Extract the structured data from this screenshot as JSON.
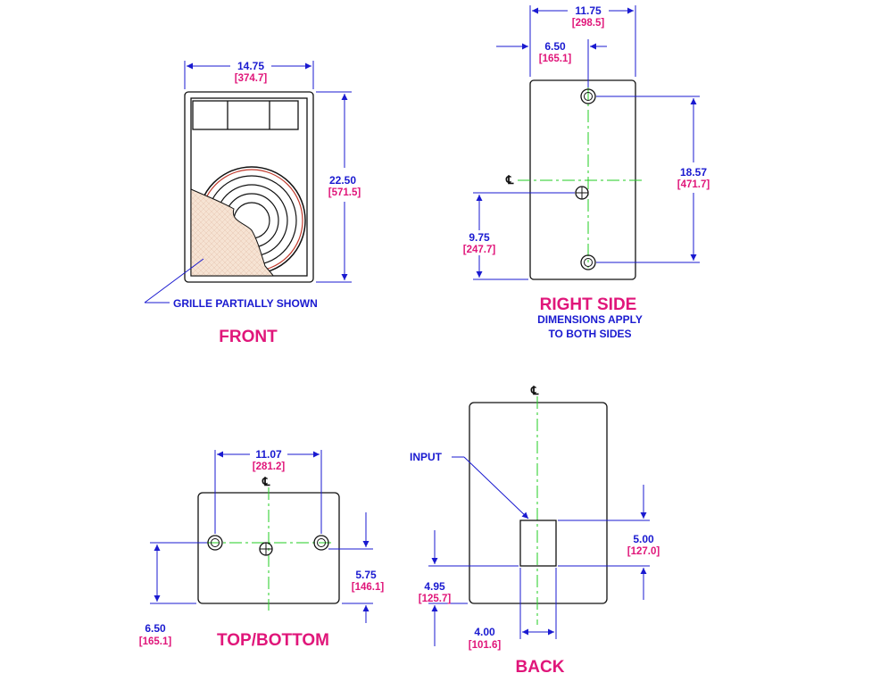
{
  "front": {
    "title": "FRONT",
    "width_in": "14.75",
    "width_mm": "[374.7]",
    "height_in": "22.50",
    "height_mm": "[571.5]",
    "grille_note": "GRILLE PARTIALLY SHOWN"
  },
  "right_side": {
    "title": "RIGHT SIDE",
    "note_line1": "DIMENSIONS APPLY",
    "note_line2": "TO BOTH SIDES",
    "depth_in": "11.75",
    "depth_mm": "[298.5]",
    "mount_offset_in": "6.50",
    "mount_offset_mm": "[165.1]",
    "hole_spacing_in": "18.57",
    "hole_spacing_mm": "[471.7]",
    "center_height_in": "9.75",
    "center_height_mm": "[247.7]",
    "centerline_label": "℄"
  },
  "top_bottom": {
    "title": "TOP/BOTTOM",
    "hole_spacing_in": "11.07",
    "hole_spacing_mm": "[281.2]",
    "hole_depth_in": "5.75",
    "hole_depth_mm": "[146.1]",
    "center_depth_in": "6.50",
    "center_depth_mm": "[165.1]",
    "centerline_label": "℄"
  },
  "back": {
    "title": "BACK",
    "input_label": "INPUT",
    "input_height_in": "5.00",
    "input_height_mm": "[127.0]",
    "input_bottom_in": "4.95",
    "input_bottom_mm": "[125.7]",
    "input_width_in": "4.00",
    "input_width_mm": "[101.6]",
    "centerline_label": "℄"
  },
  "colors": {
    "dimension": "#1a1ad0",
    "metric": "#e0167a",
    "centerline": "#22cc22",
    "outline": "#111111",
    "grille": "#f6e3d3"
  }
}
